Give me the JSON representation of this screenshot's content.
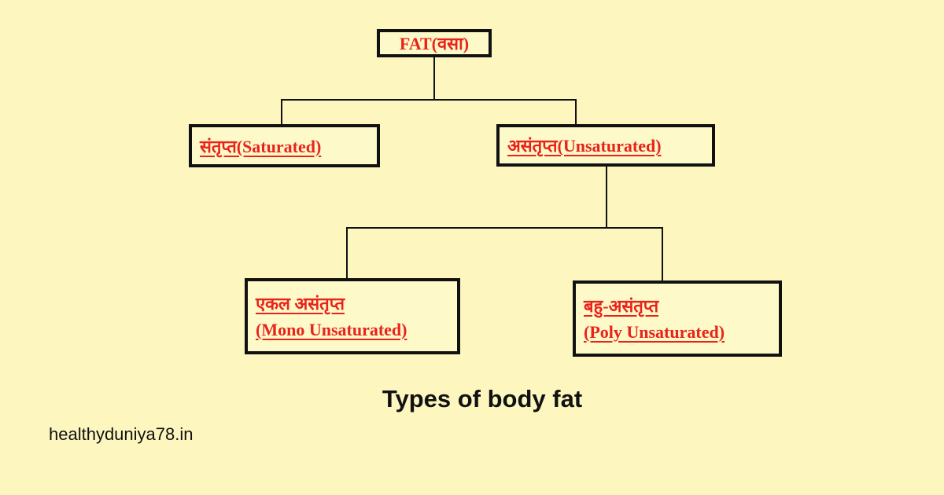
{
  "diagram": {
    "root": {
      "label": "FAT(वसा)"
    },
    "level1": [
      {
        "label": "संतृप्त(Saturated)"
      },
      {
        "label": "असंतृप्त(Unsaturated)"
      }
    ],
    "level2": [
      {
        "line1": "एकल असंतृप्त",
        "line2": "(Mono Unsaturated)"
      },
      {
        "line1": "बहु-असंतृप्त",
        "line2": "(Poly Unsaturated)"
      }
    ],
    "colors": {
      "background": "#fdf7bf",
      "text": "#e8231c",
      "border": "#111111"
    }
  },
  "caption": "Types of body fat",
  "website": "healthyduniya78.in"
}
